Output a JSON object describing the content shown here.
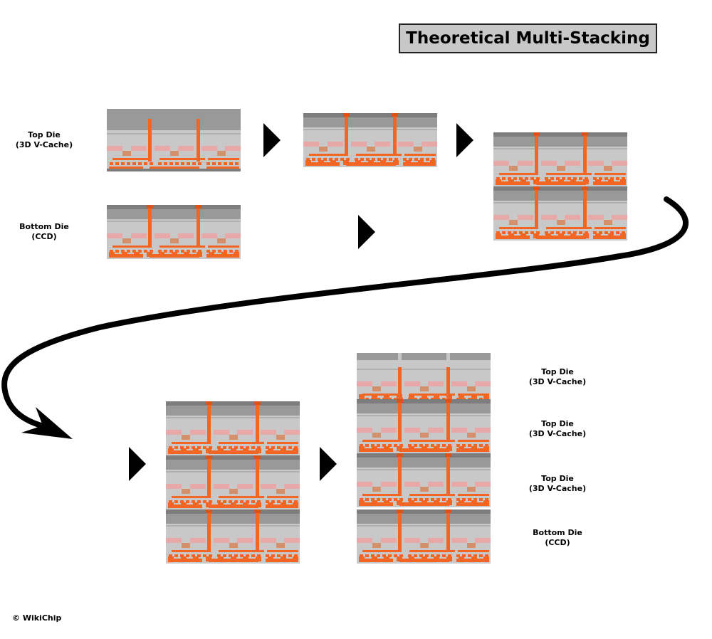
{
  "title": "Theoretical Multi-Stacking",
  "left_labels": {
    "top_die": {
      "line1": "Top Die",
      "line2": "(3D V-Cache)"
    },
    "bottom_die": {
      "line1": "Bottom Die",
      "line2": "(CCD)"
    }
  },
  "right_labels": [
    {
      "line1": "Top Die",
      "line2": "(3D V-Cache)"
    },
    {
      "line1": "Top Die",
      "line2": "(3D V-Cache)"
    },
    {
      "line1": "Top Die",
      "line2": "(3D V-Cache)"
    },
    {
      "line1": "Bottom Die",
      "line2": "(CCD)"
    }
  ],
  "copyright": "© WikiChip",
  "colors": {
    "substrate_gray": "#c8c8c8",
    "cap_gray": "#999999",
    "dark_band": "#7d7d7d",
    "copper": "#f26522",
    "pink_pad": "#e8a8a8",
    "tan_pad": "#d4906a",
    "arrow": "#000000"
  }
}
